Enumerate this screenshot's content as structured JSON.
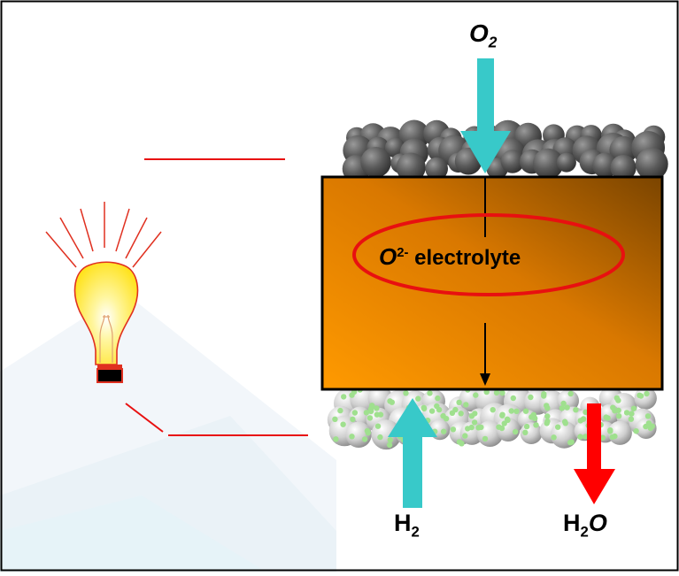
{
  "labels": {
    "oxygen": {
      "base": "O",
      "sub": "2"
    },
    "hydrogen": {
      "base": "H",
      "sub": "2"
    },
    "water": {
      "h": "H",
      "sub": "2",
      "o": "O"
    },
    "ion": {
      "base": "O",
      "charge": "2-"
    },
    "electrolyte_text": "electrolyte"
  },
  "colors": {
    "frame": "#000000",
    "wire": "#e81010",
    "reactant_arrow": "#38c9c9",
    "product_arrow": "#ff0000",
    "electrolyte_light": "#ff9900",
    "electrolyte_dark": "#7a4400",
    "cathode_particle": "#5a5a5a",
    "anode_particle": "#d2d2d2",
    "catalyst_dot": "#9fe08e",
    "bulb_fill": "#ffee40",
    "bulb_outline": "#e03020"
  },
  "icons": {
    "bulb": "light-bulb-icon"
  }
}
